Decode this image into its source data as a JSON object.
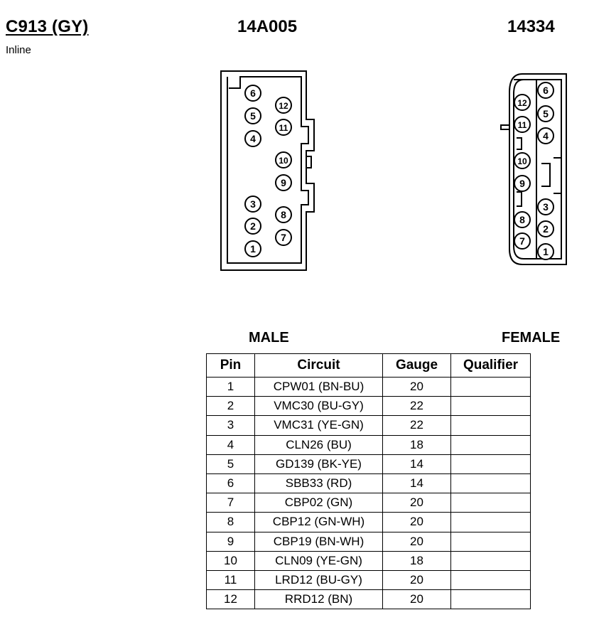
{
  "connector": {
    "id": "C913 (GY)",
    "type": "Inline",
    "part_left": "14A005",
    "part_right": "14334"
  },
  "views": {
    "male_label": "MALE",
    "female_label": "FEMALE"
  },
  "male_pins": [
    "1",
    "2",
    "3",
    "4",
    "5",
    "6",
    "7",
    "8",
    "9",
    "10",
    "11",
    "12"
  ],
  "female_pins": [
    "1",
    "2",
    "3",
    "4",
    "5",
    "6",
    "7",
    "8",
    "9",
    "10",
    "11",
    "12"
  ],
  "table": {
    "headers": [
      "Pin",
      "Circuit",
      "Gauge",
      "Qualifier"
    ],
    "rows": [
      {
        "pin": "1",
        "circuit": "CPW01 (BN-BU)",
        "gauge": "20",
        "qualifier": ""
      },
      {
        "pin": "2",
        "circuit": "VMC30 (BU-GY)",
        "gauge": "22",
        "qualifier": ""
      },
      {
        "pin": "3",
        "circuit": "VMC31 (YE-GN)",
        "gauge": "22",
        "qualifier": ""
      },
      {
        "pin": "4",
        "circuit": "CLN26 (BU)",
        "gauge": "18",
        "qualifier": ""
      },
      {
        "pin": "5",
        "circuit": "GD139 (BK-YE)",
        "gauge": "14",
        "qualifier": ""
      },
      {
        "pin": "6",
        "circuit": "SBB33 (RD)",
        "gauge": "14",
        "qualifier": ""
      },
      {
        "pin": "7",
        "circuit": "CBP02 (GN)",
        "gauge": "20",
        "qualifier": ""
      },
      {
        "pin": "8",
        "circuit": "CBP12 (GN-WH)",
        "gauge": "20",
        "qualifier": ""
      },
      {
        "pin": "9",
        "circuit": "CBP19 (BN-WH)",
        "gauge": "20",
        "qualifier": ""
      },
      {
        "pin": "10",
        "circuit": "CLN09 (YE-GN)",
        "gauge": "18",
        "qualifier": ""
      },
      {
        "pin": "11",
        "circuit": "LRD12 (BU-GY)",
        "gauge": "20",
        "qualifier": ""
      },
      {
        "pin": "12",
        "circuit": "RRD12 (BN)",
        "gauge": "20",
        "qualifier": ""
      }
    ]
  }
}
